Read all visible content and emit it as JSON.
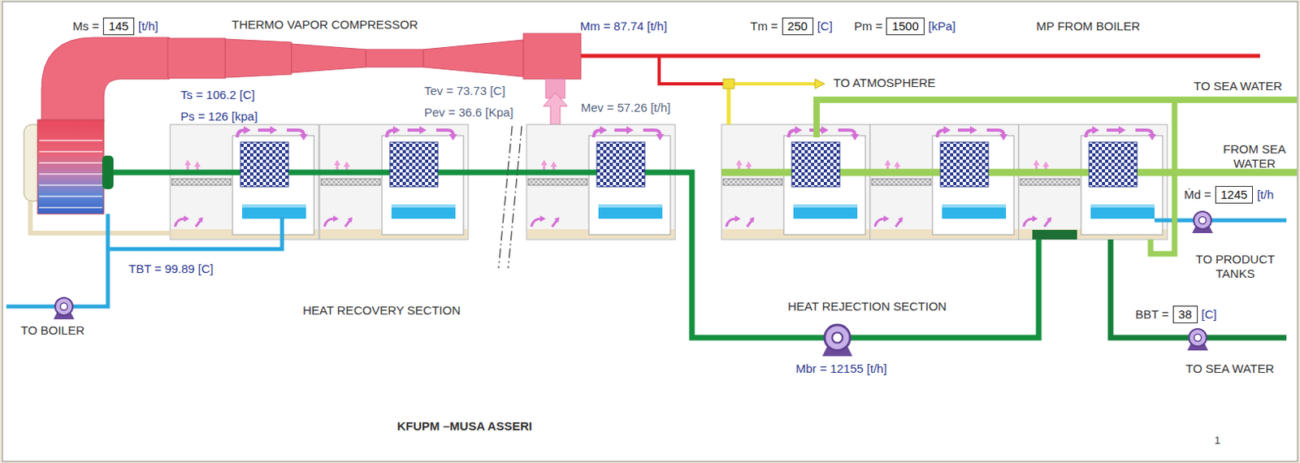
{
  "diagram": {
    "caption": "KFUPM –MUSA ASSERI",
    "nodes": [
      {
        "text": [
          "145"
        ]
      },
      {
        "text": [
          "250"
        ]
      },
      {
        "text": [
          "1500"
        ]
      },
      {
        "text": [
          "1245"
        ]
      },
      {
        "text": [
          "38"
        ]
      }
    ],
    "labels": [
      "Ms =",
      "[t/h]",
      "THERMO VAPOR COMPRESSOR",
      "Mm = 87.74 [t/h]",
      "Tm =",
      "[C]",
      "Pm =",
      "[kPa]",
      "MP FROM BOILER",
      "Ts = 106.2 [C]",
      "Ps = 126 [kpa]",
      "Tev = 73.73 [C]",
      "Pev = 36.6 [Kpa]",
      "Mev = 57.26 [t/h]",
      "TO ATMOSPHERE",
      "TO SEA WATER",
      "FROM SEA WATER",
      "Ṁd =",
      "[t/h",
      "TBT = 99.89 [C]",
      "TO PRODUCT TANKS",
      "HEAT RECOVERY SECTION",
      "HEAT REJECTION SECTION",
      "BBT =",
      "[C]",
      "TO BOILER",
      "Mbr = 12155 [t/h]",
      "TO SEA WATER",
      "1"
    ]
  }
}
